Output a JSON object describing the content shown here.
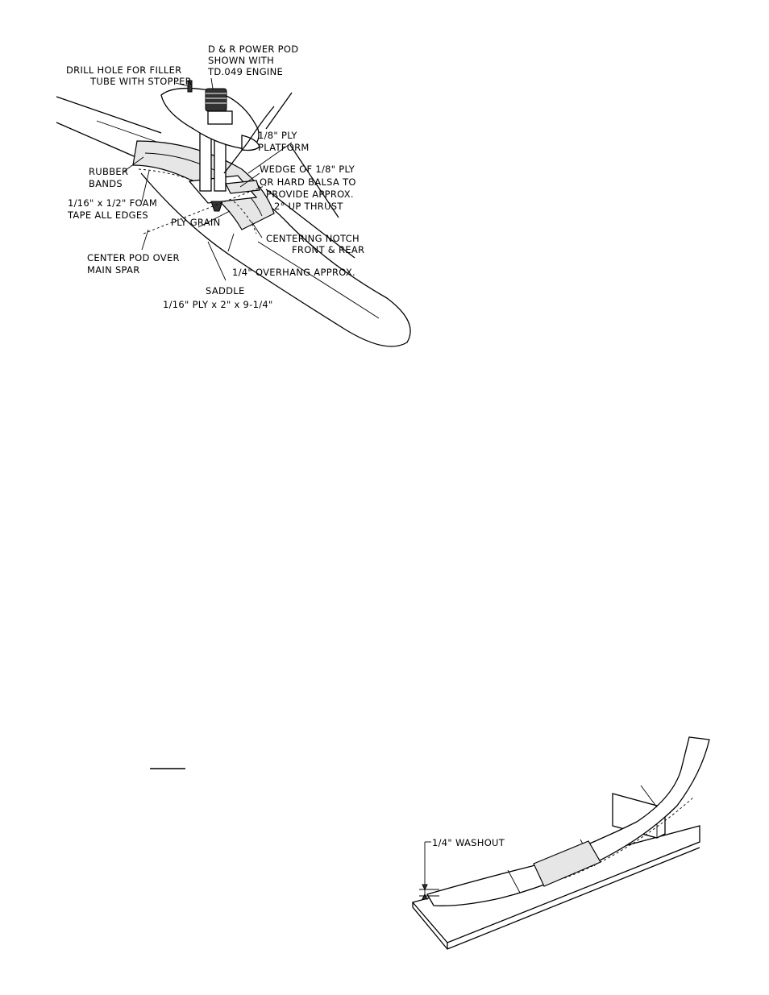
{
  "figure1": {
    "labels": {
      "drill_line1": "DRILL HOLE FOR FILLER",
      "drill_line2": "TUBE WITH STOPPER",
      "pod_line1": "D & R POWER POD",
      "pod_line2": "SHOWN WITH",
      "pod_line3": "TD.049 ENGINE",
      "platform_line1": "1/8\" PLY",
      "platform_line2": "PLATFORM",
      "rubber_line1": "RUBBER",
      "rubber_line2": "BANDS",
      "wedge_line1": "WEDGE OF 1/8\" PLY",
      "wedge_line2": "OR HARD BALSA TO",
      "wedge_line3": "PROVIDE APPROX.",
      "wedge_line4": "2° UP THRUST",
      "foam_line1": "1/16\" x 1/2\" FOAM",
      "foam_line2": "TAPE ALL EDGES",
      "grain": "PLY GRAIN",
      "notch_line1": "CENTERING NOTCH",
      "notch_line2": "FRONT & REAR",
      "center_line1": "CENTER POD OVER",
      "center_line2": "MAIN SPAR",
      "overhang": "1/4\" OVERHANG APPROX.",
      "saddle_line1": "SADDLE",
      "saddle_line2": "1/16\" PLY x 2\" x 9-1/4\""
    }
  },
  "figure2": {
    "labels": {
      "washout": "1/4\" WASHOUT"
    }
  }
}
